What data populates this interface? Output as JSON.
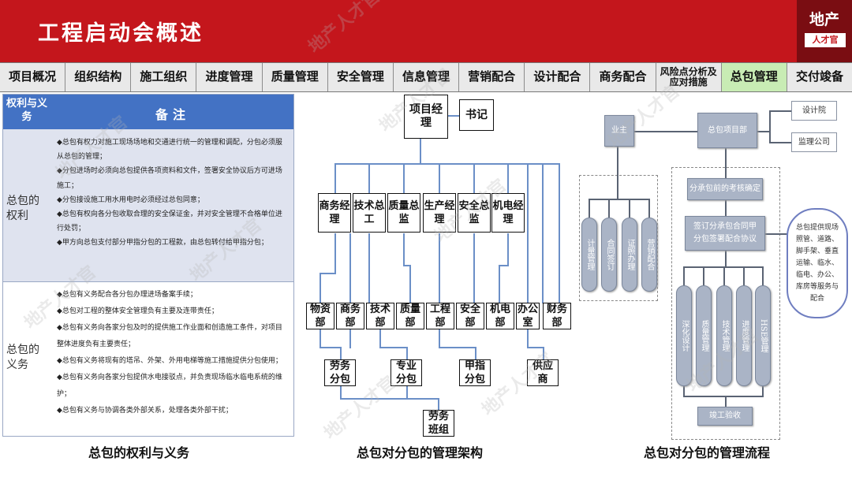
{
  "header": {
    "title": "工程启动会概述",
    "logo_top": "地产",
    "logo_bottom": "人才官",
    "watermark": "地产人才官"
  },
  "nav": {
    "tabs": [
      "项目概况",
      "组织结构",
      "施工组织",
      "进度管理",
      "质量管理",
      "安全管理",
      "信息管理",
      "营销配合",
      "设计配合",
      "商务配合",
      "风险点分析及应对措施",
      "总包管理",
      "交付竣备"
    ],
    "active": "总包管理"
  },
  "rights_table": {
    "col1_header": "权利与义务",
    "col2_header": "备注",
    "rights": {
      "label": "总包的权利",
      "items": [
        "◆总包有权力对施工现场场地和交通进行统一的管理和调配，分包必须服从总包的管理；",
        "◆分包进场时必须向总包提供各项资料和文件，签署安全协议后方可进场施工；",
        "◆分包接设施工用水用电时必须经过总包同意；",
        "◆总包有权向各分包收取合理的安全保证金，并对安全管理不合格单位进行处罚；",
        "◆甲方向总包支付部分甲指分包的工程款，由总包转付给甲指分包；"
      ]
    },
    "duties": {
      "label": "总包的义务",
      "items": [
        "◆总包有义务配合各分包办理进场备案手续；",
        "◆总包对工程的整体安全管理负有主要及连带责任；",
        "◆总包有义务向各家分包及时的提供施工作业面和创造施工条件，对项目整体进度负有主要责任；",
        "◆总包有义务将现有的塔吊、外架、外用电梯等施工措施提供分包使用；",
        "◆总包有义务向各家分包提供水电接驳点，并负责现场临水临电系统的维护；",
        "◆总包有义务与协调各类外部关系，处理各类外部干扰；"
      ]
    },
    "caption": "总包的权利与义务"
  },
  "org_chart": {
    "top": [
      "项目经理",
      "书记"
    ],
    "managers": [
      "商务经理",
      "技术总工",
      "质量总监",
      "生产经理",
      "安全总监",
      "机电经理"
    ],
    "departments": [
      "物资部",
      "商务部",
      "技术部",
      "质量部",
      "工程部",
      "安全部",
      "机电部",
      "办公室",
      "财务部"
    ],
    "subcontract": [
      "劳务分包",
      "专业分包",
      "甲指分包",
      "供应商"
    ],
    "bottom": "劳务班组",
    "caption": "总包对分包的管理架构"
  },
  "flow": {
    "owner": "业主",
    "pm": "总包项目部",
    "design": "设计院",
    "supervisor": "监理公司",
    "owner_items": [
      "计量管理",
      "合同签订",
      "证照办理",
      "营销配合"
    ],
    "step1": "分承包前的考核确定",
    "step2": "签订分承包合同甲分包签署配合协议",
    "mgmt_items": [
      "深化设计",
      "质量管理",
      "技术管理",
      "进度管理",
      "HSE管理"
    ],
    "final": "竣工验收",
    "side_note": "总包提供现场照管、道路、脚手架、垂直运输、临水、临电、办公、库房等服务与配合",
    "caption": "总包对分包的管理流程"
  }
}
